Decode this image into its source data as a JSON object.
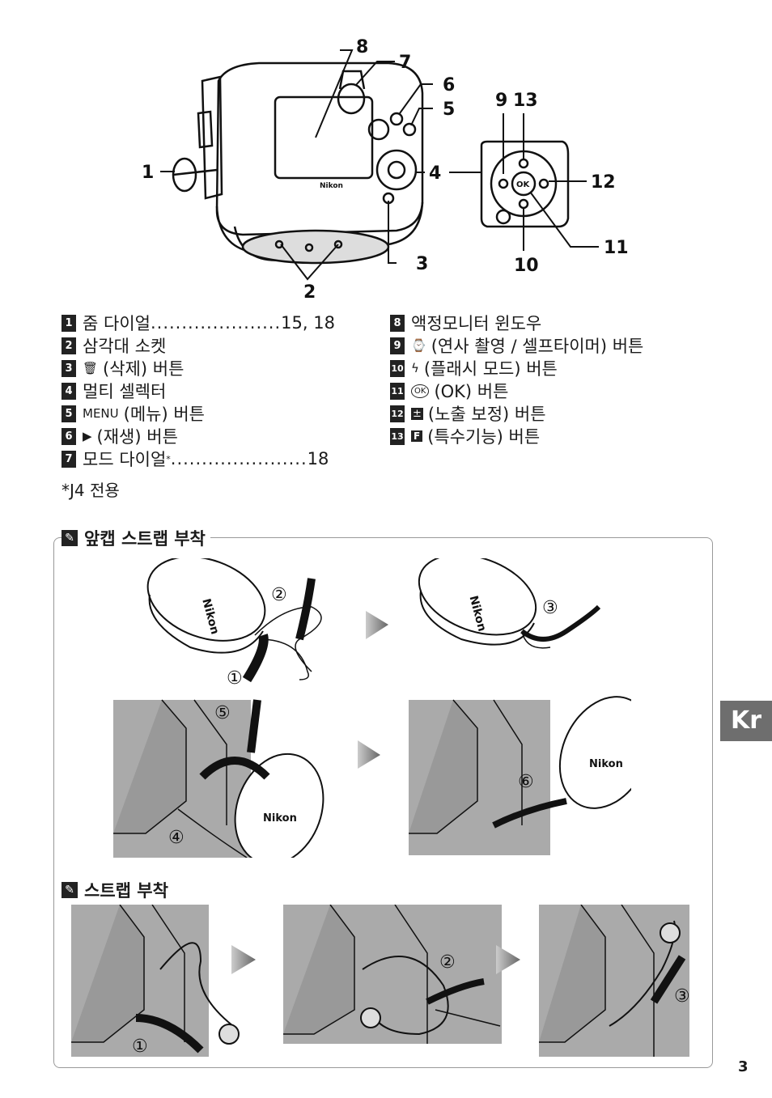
{
  "diagram": {
    "callouts": [
      "1",
      "2",
      "3",
      "4",
      "5",
      "6",
      "7",
      "8",
      "9",
      "13",
      "12",
      "11",
      "10"
    ],
    "brand": "Nikon"
  },
  "legend": {
    "left": [
      {
        "num": "1",
        "text": "줌 다이얼",
        "leader": ".....................",
        "page": "15, 18"
      },
      {
        "num": "2",
        "text": "삼각대 소켓"
      },
      {
        "num": "3",
        "icon": "trash-icon",
        "glyph": "🗑",
        "text": "(삭제) 버튼"
      },
      {
        "num": "4",
        "text": "멀티 셀렉터"
      },
      {
        "num": "5",
        "menu": "MENU",
        "text": "(메뉴) 버튼"
      },
      {
        "num": "6",
        "icon": "play-icon",
        "glyph": "▶",
        "text": "(재생) 버튼"
      },
      {
        "num": "7",
        "text": "모드 다이얼",
        "sup": "*",
        "leader": "......................",
        "page": "18"
      }
    ],
    "right": [
      {
        "num": "8",
        "text": "액정모니터 윈도우"
      },
      {
        "num": "9",
        "icon": "continuous-selftimer-icon",
        "glyph": "⌚",
        "text": "(연사 촬영 / 셀프타이머) 버튼"
      },
      {
        "num": "10",
        "icon": "flash-icon",
        "glyph": "ϟ",
        "text": "(플래시 모드) 버튼"
      },
      {
        "num": "11",
        "icon": "ok-icon",
        "glyph": "OK",
        "text": "(OK) 버튼"
      },
      {
        "num": "12",
        "icon": "exposure-comp-icon",
        "glyph": "±",
        "text": "(노출 보정) 버튼"
      },
      {
        "num": "13",
        "icon": "feature-icon",
        "glyph": "F",
        "text": "(특수기능) 버튼"
      }
    ],
    "footnote": "*J4 전용"
  },
  "section1": {
    "title": "앞캡 스트랩 부착",
    "steps": [
      "①",
      "②",
      "③",
      "④",
      "⑤",
      "⑥"
    ]
  },
  "section2": {
    "title": "스트랩 부착",
    "steps": [
      "①",
      "②",
      "③"
    ]
  },
  "side_tab": "Kr",
  "page_number": "3"
}
